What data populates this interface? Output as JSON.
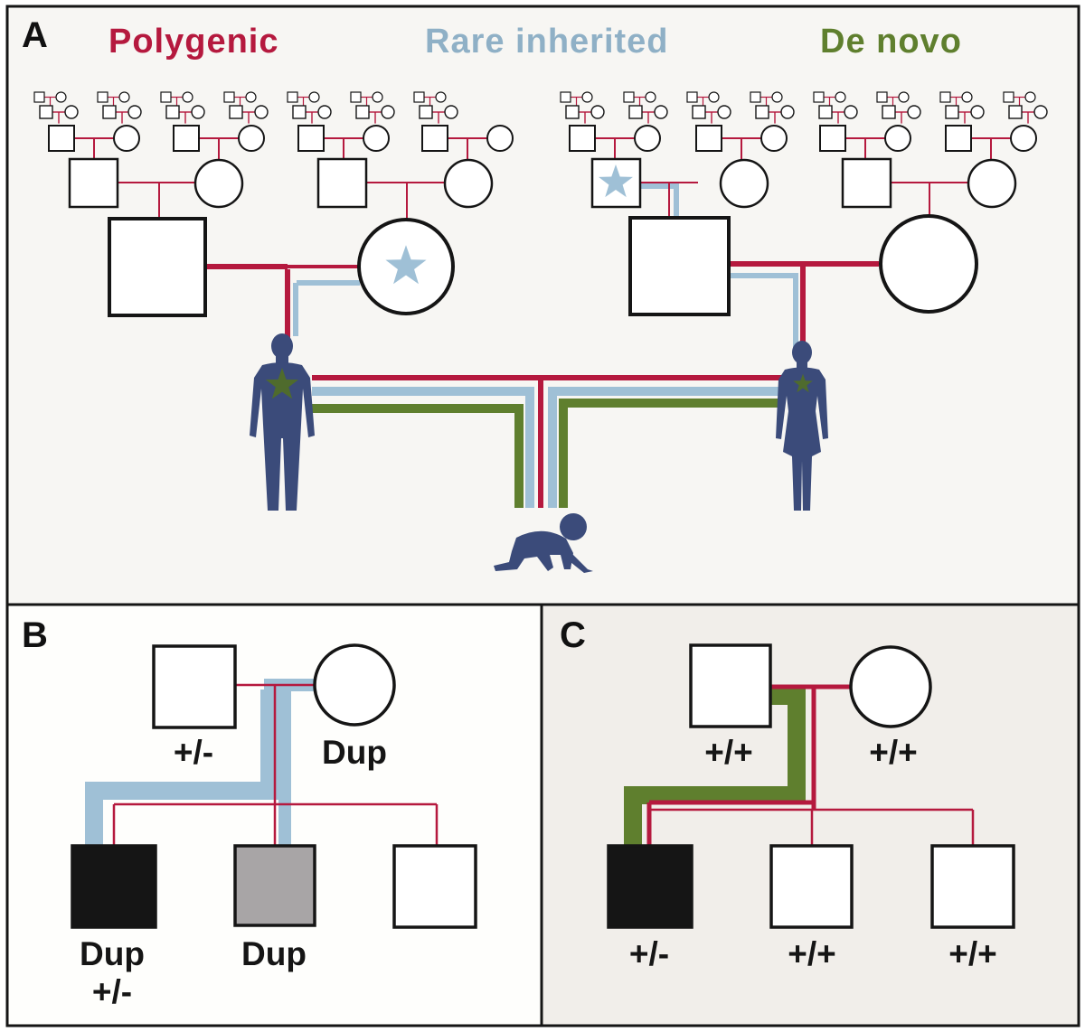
{
  "colors": {
    "polygenic": "#b5193e",
    "rare_inherited": "#9fc0d6",
    "de_novo": "#5f7f2e",
    "figure_navy": "#3b4b7a",
    "affected": "#151515",
    "partially_affected": "#a8a5a6",
    "panel_a_bg": "#f7f6f3",
    "panel_b_bg": "#fefefc",
    "panel_c_bg": "#f1eeea"
  },
  "panel_a": {
    "letter": "A",
    "legend": {
      "polygenic": "Polygenic",
      "rare_inherited": "Rare inherited",
      "de_novo": "De novo"
    },
    "icons": [
      "father-figure",
      "mother-figure",
      "crawling-baby",
      "star-icon"
    ]
  },
  "panel_b": {
    "letter": "B",
    "father_label": "+/-",
    "mother_label": "Dup",
    "child1_label_line1": "Dup",
    "child1_label_line2": "+/-",
    "child2_label": "Dup"
  },
  "panel_c": {
    "letter": "C",
    "father_label": "+/+",
    "mother_label": "+/+",
    "child1_label": "+/-",
    "child2_label": "+/+",
    "child3_label": "+/+"
  }
}
